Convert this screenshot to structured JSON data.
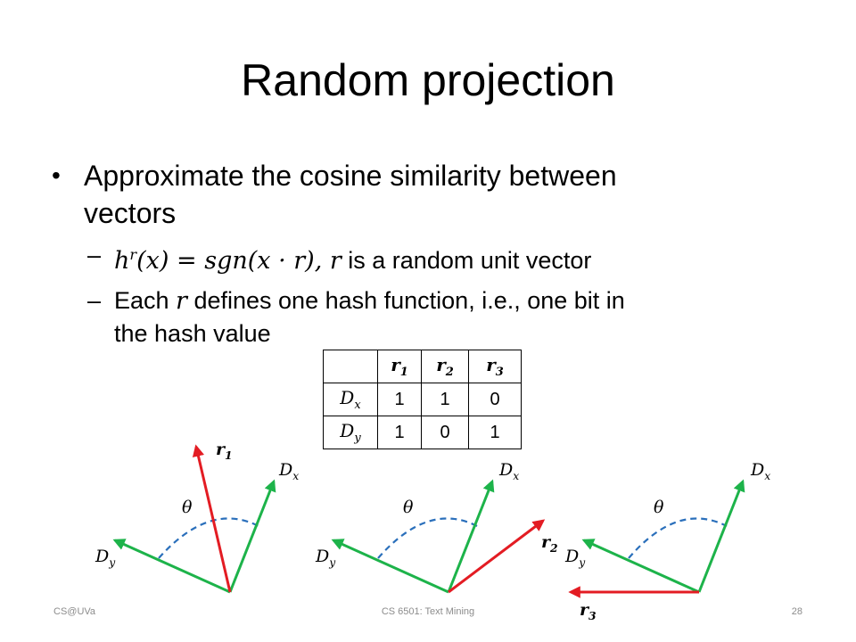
{
  "title": "Random projection",
  "bullet": {
    "text_line1": "Approximate the cosine similarity between",
    "text_line2": "vectors"
  },
  "sub1": {
    "formula": "h",
    "formula_sup": "r",
    "formula_rest": "(x) = sgn(x · r), r",
    "text": " is a random unit vector"
  },
  "sub2": {
    "text_a": "Each ",
    "var": "r",
    "text_b": " defines one hash function, i.e., one bit in",
    "text_c": "the hash value"
  },
  "table": {
    "headers": [
      "",
      "r",
      "r",
      "r"
    ],
    "header_subs": [
      "",
      "1",
      "2",
      "3"
    ],
    "rows": [
      {
        "label": "D",
        "label_sub": "x",
        "values": [
          "1",
          "1",
          "0"
        ]
      },
      {
        "label": "D",
        "label_sub": "y",
        "values": [
          "1",
          "0",
          "1"
        ]
      }
    ]
  },
  "diagram": {
    "theta": "θ",
    "dx": "D",
    "dx_sub": "x",
    "dy": "D",
    "dy_sub": "y",
    "r1": "r",
    "r1_sub": "1",
    "r2": "r",
    "r2_sub": "2",
    "r3": "r",
    "r3_sub": "3"
  },
  "colors": {
    "green": "#1db34a",
    "red": "#e31c23",
    "blue_dash": "#2a6fbb"
  },
  "footer": {
    "left": "CS@UVa",
    "center": "CS 6501: Text Mining",
    "right": "28"
  }
}
